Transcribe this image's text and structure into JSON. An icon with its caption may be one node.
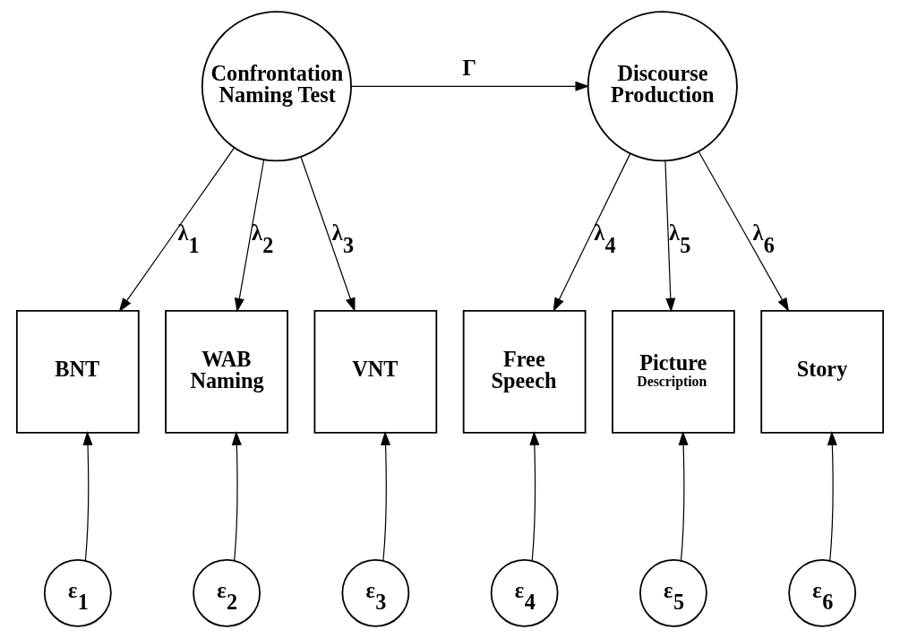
{
  "diagram": {
    "nodes": [
      {
        "text": [
          "Confrontation Naming Test"
        ]
      },
      {
        "text": [
          "Discourse Production"
        ]
      },
      {
        "text": [
          "BNT"
        ]
      },
      {
        "text": [
          "WAB Naming"
        ]
      },
      {
        "text": [
          "VNT"
        ]
      },
      {
        "text": [
          "Free Speech"
        ]
      },
      {
        "text": [
          "Picture",
          "Description"
        ]
      },
      {
        "text": [
          "Story"
        ]
      },
      {
        "text": [
          "ε$_{1}$"
        ]
      },
      {
        "text": [
          "ε$_{2}$"
        ]
      },
      {
        "text": [
          "ε$_{3}$"
        ]
      },
      {
        "text": [
          "ε$_{4}$"
        ]
      },
      {
        "text": [
          "ε$_{5}$"
        ]
      },
      {
        "text": [
          "ε$_{6}$"
        ]
      }
    ],
    "edges": [
      {
        "from": 0,
        "to": 1,
        "arrow": "to",
        "label": "Γ"
      },
      {
        "from": 0,
        "to": 2,
        "arrow": "to",
        "label": "λ$_{1}$"
      },
      {
        "from": 0,
        "to": 3,
        "arrow": "to",
        "label": "λ$_{2}$"
      },
      {
        "from": 0,
        "to": 4,
        "arrow": "to",
        "label": "λ$_{3}$"
      },
      {
        "from": 1,
        "to": 5,
        "arrow": "to",
        "label": "λ$_{4}$"
      },
      {
        "from": 1,
        "to": 6,
        "arrow": "to",
        "label": "λ$_{5}$"
      },
      {
        "from": 1,
        "to": 7,
        "arrow": "to",
        "label": "λ$_{6}$"
      },
      {
        "from": 8,
        "to": 2,
        "arrow": "to"
      },
      {
        "from": 9,
        "to": 3,
        "arrow": "to"
      },
      {
        "from": 10,
        "to": 4,
        "arrow": "to"
      },
      {
        "from": 11,
        "to": 5,
        "arrow": "to"
      },
      {
        "from": 12,
        "to": 6,
        "arrow": "to"
      },
      {
        "from": 13,
        "to": 7,
        "arrow": "to"
      }
    ]
  }
}
